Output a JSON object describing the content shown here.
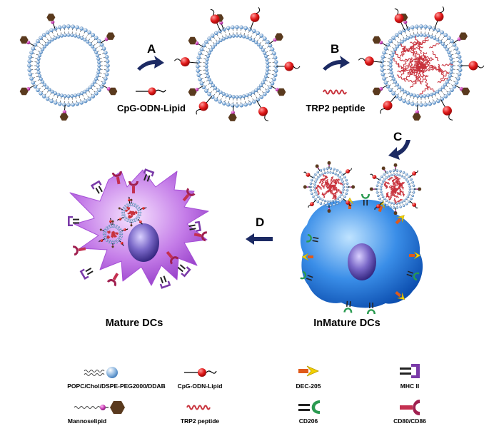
{
  "steps": {
    "a": "A",
    "b": "B",
    "c": "C",
    "d": "D"
  },
  "step_labels": {
    "cpg_lipid": "CpG-ODN-Lipid",
    "trp2": "TRP2 peptide"
  },
  "cells": {
    "mature": "Mature DCs",
    "immature": "InMature DCs"
  },
  "legend": [
    {
      "key": "liposome_lipid",
      "label": "POPC/Chol/DSPE-PEG2000/DDAB",
      "icon": "phospholipid-icon"
    },
    {
      "key": "cpg_odn_lipid",
      "label": "CpG-ODN-Lipid",
      "icon": "cpg-odn-lipid-icon"
    },
    {
      "key": "dec205",
      "label": "DEC-205",
      "icon": "dec205-receptor-icon"
    },
    {
      "key": "mhc2",
      "label": "MHC II",
      "icon": "mhc2-receptor-icon"
    },
    {
      "key": "mannoselipid",
      "label": "Mannoselipid",
      "icon": "mannoselipid-icon"
    },
    {
      "key": "trp2",
      "label": "TRP2 peptide",
      "icon": "trp2-peptide-icon"
    },
    {
      "key": "cd206",
      "label": "CD206",
      "icon": "cd206-receptor-icon"
    },
    {
      "key": "cd80_86",
      "label": "CD80/CD86",
      "icon": "cd80-cd86-receptor-icon"
    }
  ],
  "colors": {
    "arrow": "#1c2a63",
    "lipid_head": "#8ab4de",
    "cpg_bead": "#e01818",
    "mannose": "#5a3a1e",
    "mannose_link": "#c43bb0",
    "peptide": "#c8323c",
    "immature_cell": "#2a7de0",
    "mature_cell": "#b25fe0",
    "nucleus": "#5a4ca8"
  }
}
